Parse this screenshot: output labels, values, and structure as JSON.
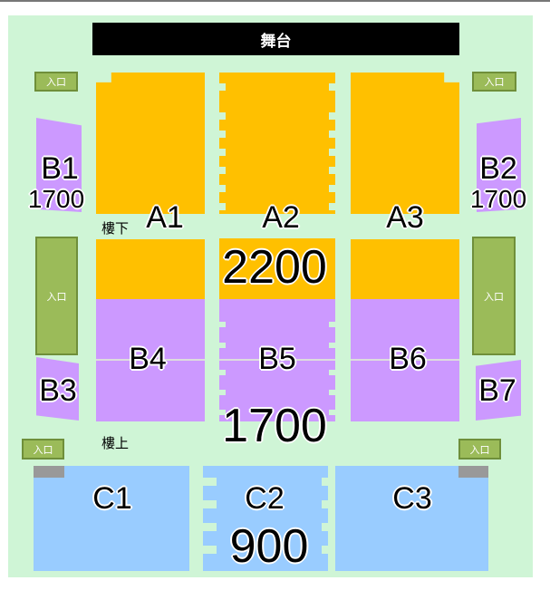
{
  "stage": "舞台",
  "entrance_label": "入口",
  "floors": {
    "lower": "樓下",
    "upper": "樓上"
  },
  "sections": {
    "A1": "A1",
    "A2": "A2",
    "A3": "A3",
    "B1": "B1",
    "B2": "B2",
    "B3": "B3",
    "B4": "B4",
    "B5": "B5",
    "B6": "B6",
    "B7": "B7",
    "C1": "C1",
    "C2": "C2",
    "C3": "C3"
  },
  "prices": {
    "A": "2200",
    "B": "1700",
    "B1": "1700",
    "B2": "1700",
    "C": "900"
  },
  "colors": {
    "A": "#ffc000",
    "B": "#cc99ff",
    "C": "#99ccff",
    "entrance": "#9bbb59",
    "background": "#cff5d6"
  }
}
